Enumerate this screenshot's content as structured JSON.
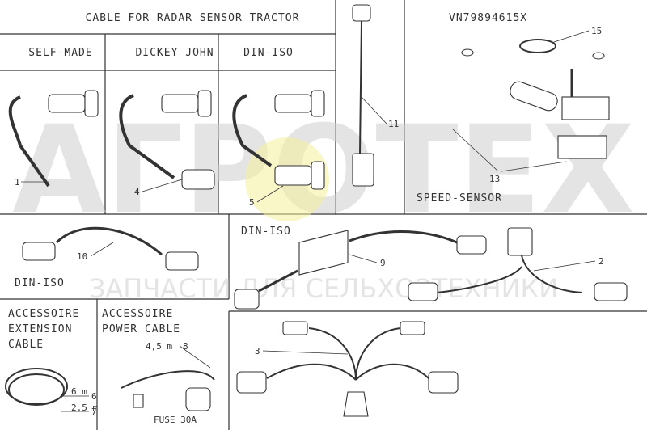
{
  "header": {
    "title": "CABLE FOR RADAR SENSOR TRACTOR"
  },
  "columns": [
    "SELF-MADE",
    "DICKEY JOHN",
    "DIN-ISO"
  ],
  "panels": {
    "part_code": "VN79894615X",
    "speed_sensor": "SPEED-SENSOR",
    "din_iso_left": "DIN-ISO",
    "din_iso_mid": "DIN-ISO",
    "accessoire_ext": [
      "ACCESSOIRE",
      "EXTENSION",
      "CABLE"
    ],
    "accessoire_pwr": [
      "ACCESSOIRE",
      "POWER CABLE"
    ],
    "fuse": "FUSE 30A",
    "len_45": "4,5 m",
    "len_6": "6 m",
    "len_25": "2,5 m"
  },
  "callouts": [
    "1",
    "2",
    "3",
    "4",
    "5",
    "6",
    "7",
    "8",
    "9",
    "10",
    "11",
    "13",
    "15"
  ],
  "watermark": {
    "brand": "АГРОТЕХ",
    "tagline": "ЗАПЧАСТИ ДЛЯ СЕЛЬХОЗТЕХНИКИ"
  }
}
